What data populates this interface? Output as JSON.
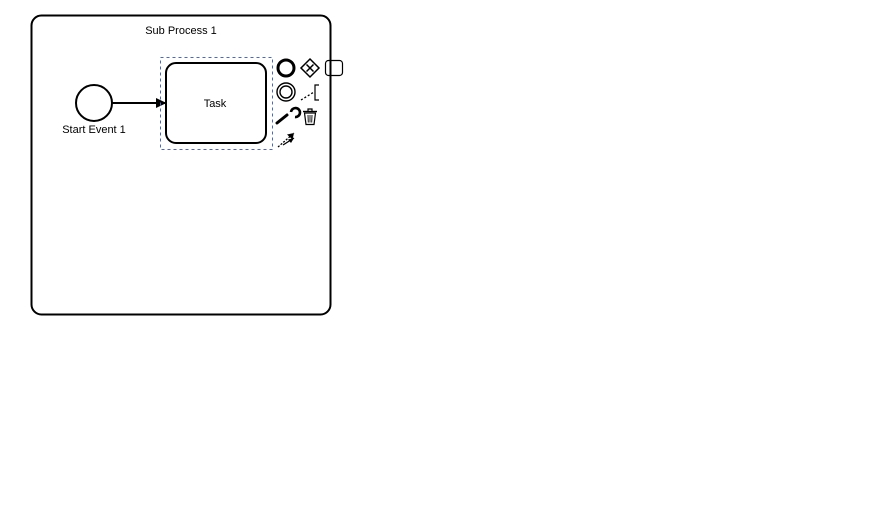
{
  "diagram": {
    "subprocess": {
      "label": "Sub Process 1"
    },
    "start_event": {
      "label": "Start Event 1"
    },
    "task": {
      "label": "Task"
    }
  },
  "context_pad": {
    "entries": [
      {
        "id": "append-end-event",
        "icon": "end-event-icon"
      },
      {
        "id": "append-gateway",
        "icon": "gateway-icon"
      },
      {
        "id": "append-task",
        "icon": "task-icon"
      },
      {
        "id": "append-intermediate-event",
        "icon": "intermediate-event-icon"
      },
      {
        "id": "append-text-annotation",
        "icon": "text-annotation-icon"
      },
      {
        "id": "replace",
        "icon": "wrench-icon"
      },
      {
        "id": "delete",
        "icon": "trash-icon"
      },
      {
        "id": "connect",
        "icon": "connect-icon"
      }
    ]
  },
  "colors": {
    "stroke": "#000000",
    "selection_outline": "#4d68b8",
    "background": "#ffffff"
  }
}
